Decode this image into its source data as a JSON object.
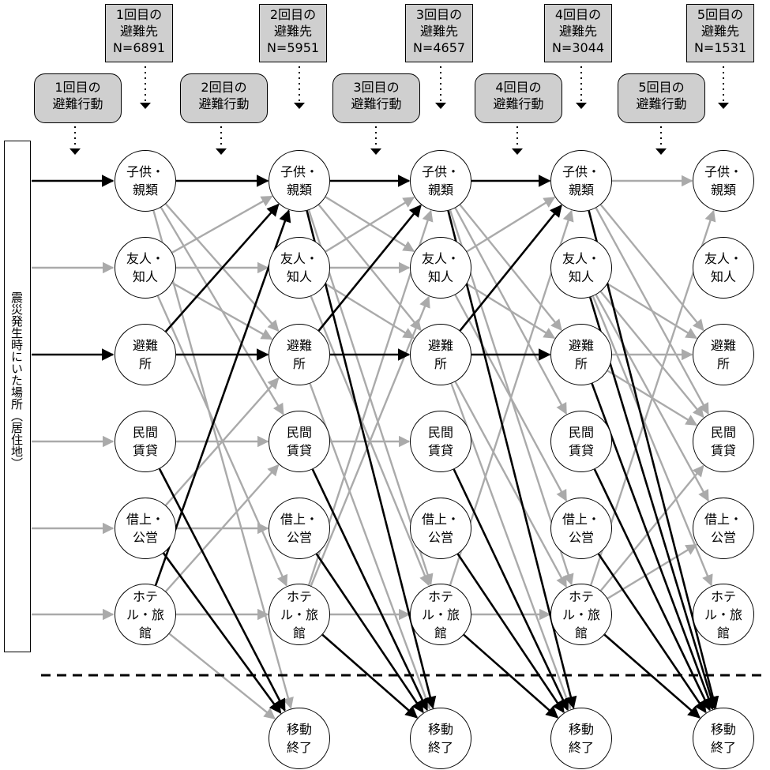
{
  "dest_headers": [
    {
      "l1": "1回目の",
      "l2": "避難先",
      "n": "N=6891"
    },
    {
      "l1": "2回目の",
      "l2": "避難先",
      "n": "N=5951"
    },
    {
      "l1": "3回目の",
      "l2": "避難先",
      "n": "N=4657"
    },
    {
      "l1": "4回目の",
      "l2": "避難先",
      "n": "N=3044"
    },
    {
      "l1": "5回目の",
      "l2": "避難先",
      "n": "N=1531"
    }
  ],
  "action_headers": [
    {
      "l1": "1回目の",
      "l2": "避難行動"
    },
    {
      "l1": "2回目の",
      "l2": "避難行動"
    },
    {
      "l1": "3回目の",
      "l2": "避難行動"
    },
    {
      "l1": "4回目の",
      "l2": "避難行動"
    },
    {
      "l1": "5回目の",
      "l2": "避難行動"
    }
  ],
  "origin_label": "震災発生時にいた場所（居住地）",
  "node_labels": [
    "子供・\n親類",
    "友人・\n知人",
    "避難\n所",
    "民間\n賃貸",
    "借上・\n公営",
    "ホテ\nル・旅\n館",
    "移動\n終了"
  ],
  "colors": {
    "black_flow": "#000000",
    "gray_flow": "#aaaaaa",
    "header_fill": "#cfcfcf"
  }
}
